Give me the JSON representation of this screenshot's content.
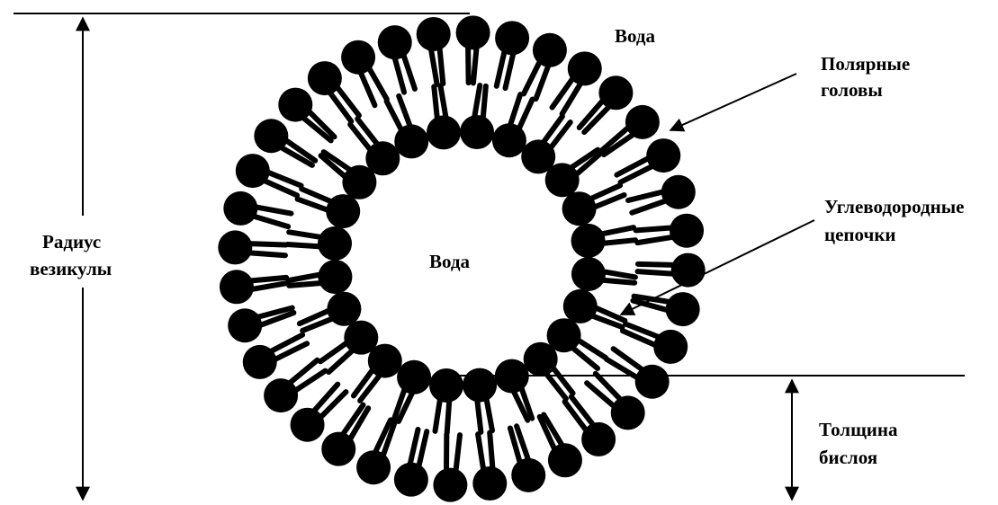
{
  "labels": {
    "water_outer": "Вода",
    "water_inner": "Вода",
    "polar_heads_line1": "Полярные",
    "polar_heads_line2": "головы",
    "chains_line1": "Углеводородные",
    "chains_line2": "цепочки",
    "radius_line1": "Радиус",
    "radius_line2": "везикулы",
    "thickness_line1": "Толщина",
    "thickness_line2": "бислоя"
  },
  "colors": {
    "ink": "#000000",
    "background": "#ffffff"
  }
}
